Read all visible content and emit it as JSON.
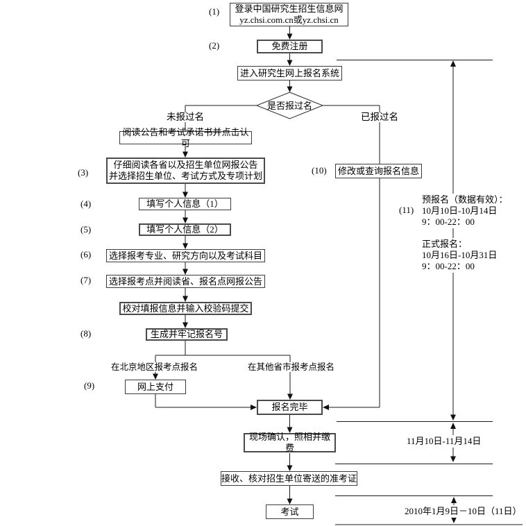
{
  "nodes": {
    "login": {
      "num": "(1)",
      "text": "登录中国研究生招生信息网\nyz.chsi.com.cn或yz.chsi.cn"
    },
    "register": {
      "num": "(2)",
      "text": "免费注册"
    },
    "enter_system": {
      "text": "进入研究生网上报名系统"
    },
    "decision": {
      "text": "是否报过名"
    },
    "read_notice": {
      "text": "阅读公告和考试承诺书并点击认可"
    },
    "read_guide": {
      "num": "(3)",
      "text": "仔细阅读各省以及招生单位网报公告\n并选择招生单位、考试方式及专项计划"
    },
    "fill_info1": {
      "num": "(4)",
      "text": "填写个人信息（1）"
    },
    "fill_info2": {
      "num": "(5)",
      "text": "填写个人信息（2）"
    },
    "choose_major": {
      "num": "(6)",
      "text": "选择报考专业、研究方向以及考试科目"
    },
    "choose_site": {
      "num": "(7)",
      "text": "选择报考点并阅读省、报名点网报公告"
    },
    "verify_submit": {
      "text": "校对填报信息并输入校验码提交"
    },
    "reg_number": {
      "num": "(8)",
      "text": "生成并牢记报名号"
    },
    "online_pay": {
      "num": "(9)",
      "text": "网上支付"
    },
    "reg_done": {
      "text": "报名完毕"
    },
    "modify_query": {
      "num": "(10)",
      "text": "修改或查询报名信息"
    },
    "onsite_confirm": {
      "text": "现场确认，照相并缴费"
    },
    "receive_ticket": {
      "text": "接收、核对招生单位寄送的准考证"
    },
    "exam": {
      "text": "考试"
    }
  },
  "edge_labels": {
    "not_registered": "未报过名",
    "registered": "已报过名",
    "beijing": "在北京地区报考点报名",
    "other_province": "在其他省市报考点报名"
  },
  "timeline": {
    "num": "(11)",
    "pre_registration": "预报名（数据有效）：\n10月10日-10月14日\n9：00-22：00",
    "formal_registration": "正式报名：\n10月16日-10月31日\n9：00-22：00",
    "onsite_confirm_dates": "11月10日-11月14日",
    "exam_dates": "2010年1月9日－10日（11日）"
  },
  "colors": {
    "line": "#1a1a1a",
    "box_border": "#3b3b3b",
    "background": "#ffffff",
    "text": "#000000"
  }
}
